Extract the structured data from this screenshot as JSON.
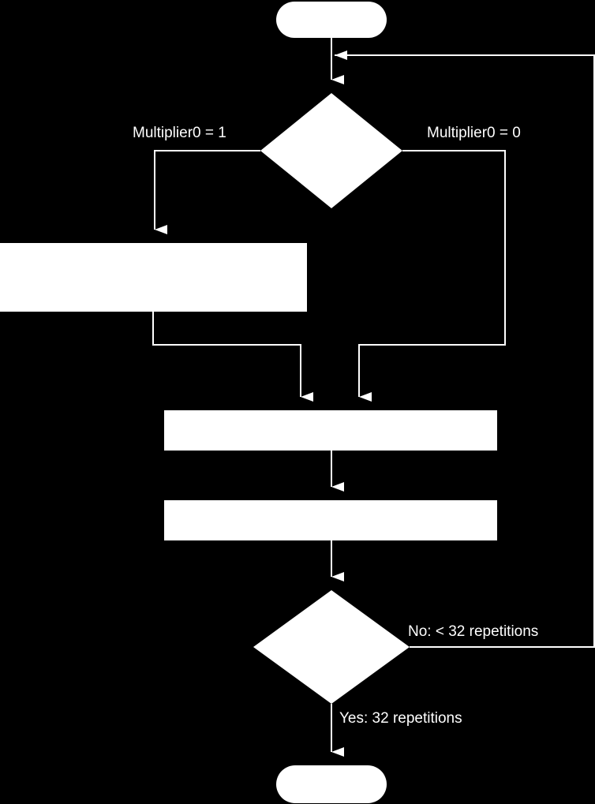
{
  "diagram": {
    "colors": {
      "background": "#000000",
      "foreground": "#ffffff"
    },
    "nodes": {
      "start": {
        "kind": "terminator",
        "text": ""
      },
      "test_multiplier": {
        "kind": "decision",
        "text": ""
      },
      "add_step": {
        "kind": "process",
        "text": ""
      },
      "shift_multiplicand": {
        "kind": "process",
        "text": ""
      },
      "shift_multiplier": {
        "kind": "process",
        "text": ""
      },
      "test_repetitions": {
        "kind": "decision",
        "text": ""
      },
      "done": {
        "kind": "terminator",
        "text": ""
      }
    },
    "edge_labels": {
      "multiplier_is_1": "Multiplier0 = 1",
      "multiplier_is_0": "Multiplier0 = 0",
      "loop_no": "No: < 32 repetitions",
      "loop_yes": "Yes: 32 repetitions"
    }
  }
}
